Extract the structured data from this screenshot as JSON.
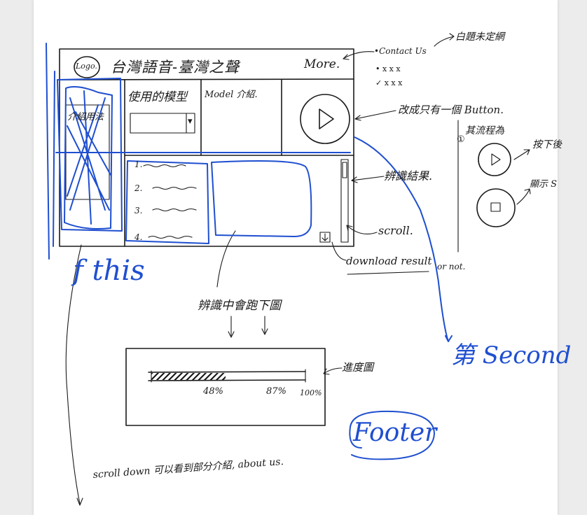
{
  "mockup": {
    "logo": "Logo.",
    "title": "台灣語音-臺灣之聲",
    "more": "More.",
    "panel_left": "介紹用法",
    "panel_model": "使用的模型",
    "panel_intro": "Model 介紹.",
    "dropdown_arrow": "▾",
    "list_numbers": [
      "1.",
      "2.",
      "3.",
      "4."
    ],
    "download_icon": "download-icon",
    "play_icon": "play-icon"
  },
  "notes": {
    "contact_us": "•Contact Us",
    "bullet_1": "• x x x",
    "bullet_2": "✓ x x x",
    "title_note": "白題未定網",
    "one_button": "改成只有一個 Button.",
    "flow": "其流程為",
    "circle_one": "①",
    "press_after": "按下後",
    "show_stop": "顯示 S",
    "result": "辨識結果.",
    "scroll": "scroll.",
    "download": "download result",
    "or_not": "or not.",
    "running": "辨識中會跑下圖",
    "down_arrows": "↓  ↓",
    "progress_label": "進度圖",
    "scroll_down": "scroll down 可以看到部分介紹, about us."
  },
  "progress": {
    "value": 0.48,
    "ticks": [
      "48%",
      "87%",
      "100%"
    ]
  },
  "annotations": {
    "first": "f this",
    "second": "第 Second",
    "footer": "Footer"
  }
}
